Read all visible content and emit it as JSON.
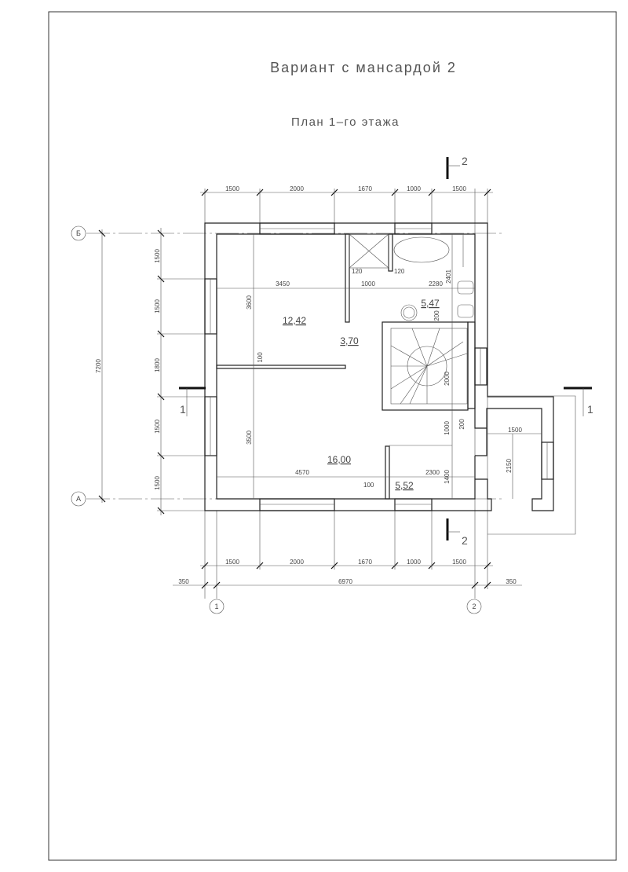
{
  "title": "Вариант с мансардой 2",
  "subtitle": "План 1–го этажа",
  "axes": {
    "b": "Б",
    "a": "А",
    "one": "1",
    "two": "2"
  },
  "sections": {
    "top": "2",
    "bottom": "2",
    "left": "1",
    "right": "1"
  },
  "dims_top": [
    "1500",
    "2000",
    "1670",
    "1000",
    "1500"
  ],
  "dims_bottom": [
    "1500",
    "2000",
    "1670",
    "1000",
    "1500"
  ],
  "dims_total": {
    "left": "350",
    "mid": "6970",
    "right": "350"
  },
  "dims_left": [
    "1500",
    "1500",
    "1800",
    "1500",
    "1500"
  ],
  "dims_left_total": "7200",
  "dims_inner": {
    "d3450": "3450",
    "d1000": "1000",
    "d2280": "2280",
    "d2401": "2401",
    "d120a": "120",
    "d120b": "120",
    "d3600": "3600",
    "d100a": "100",
    "d200a": "200",
    "d2000": "2000",
    "d200b": "200",
    "d1000b": "1000",
    "d3500": "3500",
    "d4570": "4570",
    "d2300": "2300",
    "d1400": "1400",
    "d100b": "100",
    "d1500p": "1500",
    "d2150": "2150"
  },
  "rooms": [
    "12,42",
    "3,70",
    "5,47",
    "16,00",
    "5,52"
  ]
}
